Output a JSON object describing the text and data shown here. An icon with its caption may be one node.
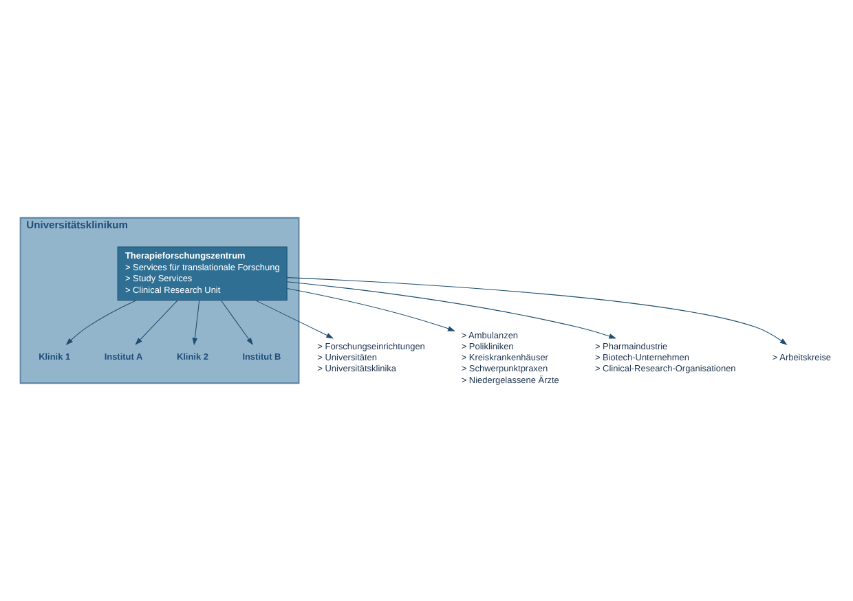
{
  "diagram": {
    "nodes": [
      {
        "text": [
          "Universitätsklinikum"
        ]
      },
      {
        "text": [
          "Therapieforschungszentrum",
          "> Services für translationale Forschung",
          "> Study Services",
          "> Clinical Research Unit"
        ],
        "in": 0
      },
      {
        "text": [
          "Klinik 1"
        ],
        "in": 0
      },
      {
        "text": [
          "Institut A"
        ],
        "in": 0
      },
      {
        "text": [
          "Klinik 2"
        ],
        "in": 0
      },
      {
        "text": [
          "Institut B"
        ],
        "in": 0
      },
      {
        "text": [
          "> Forschungseinrichtungen",
          "> Universitäten",
          "> Universitätsklinika"
        ]
      },
      {
        "text": [
          "> Ambulanzen",
          "> Polikliniken",
          "> Kreiskrankenhäuser",
          "> Schwerpunktpraxen",
          "> Niedergelassene Ärzte"
        ]
      },
      {
        "text": [
          "> Pharmaindustrie",
          "> Biotech-Unternehmen",
          "> Clinical-Research-Organisationen"
        ]
      },
      {
        "text": [
          "> Arbeitskreise"
        ]
      }
    ],
    "edges": [
      {
        "from": 1,
        "to": 2,
        "arrow": "to"
      },
      {
        "from": 1,
        "to": 3,
        "arrow": "to"
      },
      {
        "from": 1,
        "to": 4,
        "arrow": "to"
      },
      {
        "from": 1,
        "to": 5,
        "arrow": "to"
      },
      {
        "from": 1,
        "to": 6,
        "arrow": "to"
      },
      {
        "from": 1,
        "to": 7,
        "arrow": "to"
      },
      {
        "from": 1,
        "to": 8,
        "arrow": "to"
      },
      {
        "from": 1,
        "to": 9,
        "arrow": "to"
      }
    ]
  }
}
